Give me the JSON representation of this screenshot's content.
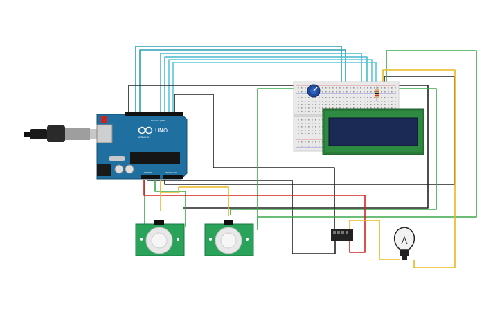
{
  "arduino": {
    "brand": "UNO",
    "subbrand": "ARDUINO",
    "digital_label": "DIGITAL (PWM~)",
    "power_label": "POWER",
    "analog_label": "ANALOG IN",
    "color": "#1f6fa0"
  },
  "lcd": {
    "screen_color": "#1b2a55",
    "board_color": "#2a7a3a"
  },
  "pir_sensors": [
    {
      "id": "pir-1"
    },
    {
      "id": "pir-2"
    }
  ],
  "wire_colors": {
    "teal": "#2a9fb5",
    "black": "#222222",
    "green": "#3aa94a",
    "red": "#d22424",
    "yellow": "#e8b820"
  },
  "relay": {
    "color": "#222222"
  },
  "bulb": {
    "color": "#f2f2f2"
  }
}
